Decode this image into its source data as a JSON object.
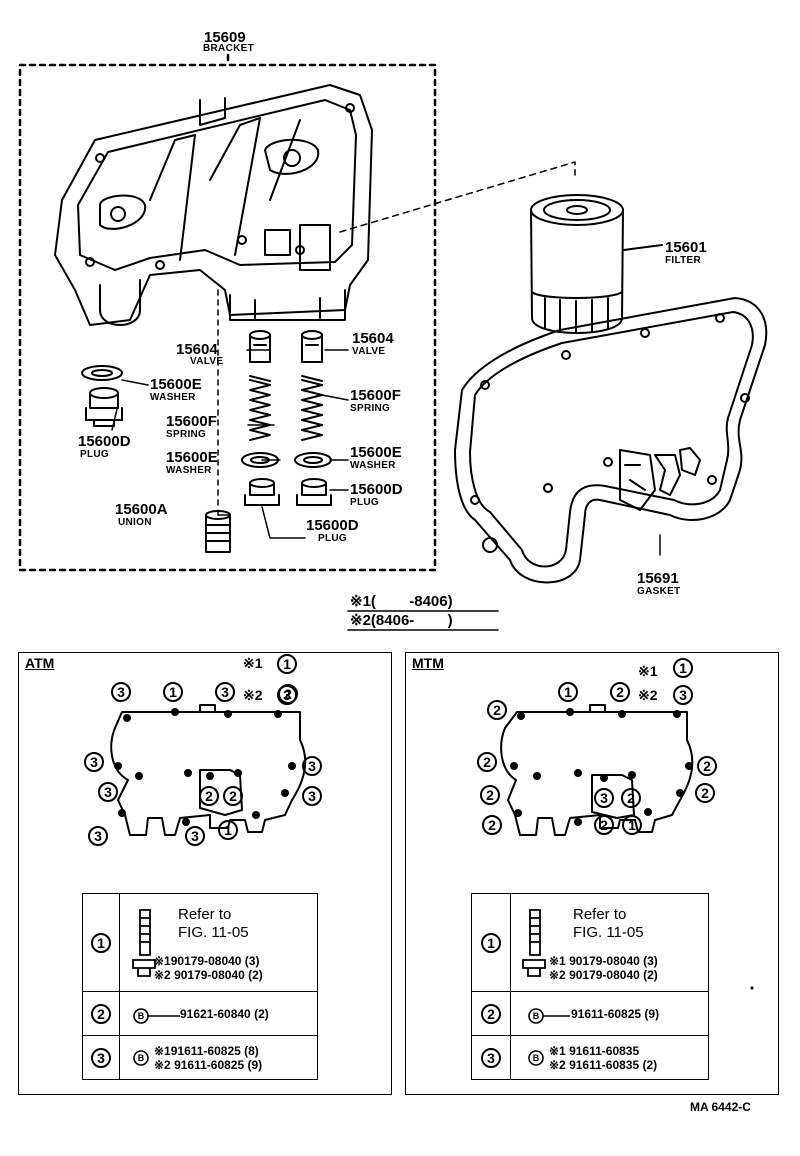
{
  "parts": {
    "bracket": {
      "no": "15609",
      "name": "BRACKET"
    },
    "filter": {
      "no": "15601",
      "name": "FILTER"
    },
    "gasket": {
      "no": "15691",
      "name": "GASKET"
    },
    "valve_left": {
      "no": "15604",
      "name": "VALVE"
    },
    "valve_right": {
      "no": "15604",
      "name": "VALVE"
    },
    "washer_outer": {
      "no": "15600E",
      "name": "WASHER"
    },
    "plug_outer": {
      "no": "15600D",
      "name": "PLUG"
    },
    "spring_left": {
      "no": "15600F",
      "name": "SPRING"
    },
    "spring_right": {
      "no": "15600F",
      "name": "SPRING"
    },
    "washer_left": {
      "no": "15600E",
      "name": "WASHER"
    },
    "washer_right": {
      "no": "15600E",
      "name": "WASHER"
    },
    "plug_right": {
      "no": "15600D",
      "name": "PLUG"
    },
    "union": {
      "no": "15600A",
      "name": "UNION"
    },
    "plug_left": {
      "no": "15600D",
      "name": "PLUG"
    }
  },
  "notes": {
    "line1_mark": "※1",
    "line1_range": "(        -8406)",
    "line2_mark": "※2",
    "line2_range": "(8406-        )"
  },
  "atm": {
    "title": "ATM",
    "mark1": "※1",
    "mark1_num": "1",
    "mark2": "※2",
    "mark2_num": "3",
    "bolts": [
      "3",
      "1",
      "3",
      "2",
      "3",
      "3",
      "3",
      "3",
      "3",
      "2",
      "2",
      "3",
      "1"
    ],
    "legend": {
      "row1_num": "1",
      "ref_line1": "Refer to",
      "ref_line2": "FIG. 11-05",
      "row1_a": "※190179-08040 (3)",
      "row1_b": "※2 90179-08040 (2)",
      "row2_num": "2",
      "row2_text": "91621-60840 (2)",
      "row3_num": "3",
      "row3_a": "※191611-60825 (8)",
      "row3_b": "※2 91611-60825 (9)"
    }
  },
  "mtm": {
    "title": "MTM",
    "mark1": "※1",
    "mark1_num": "1",
    "mark2": "※2",
    "mark2_num": "3",
    "bolts": [
      "2",
      "1",
      "2",
      "2",
      "2",
      "2",
      "2",
      "2",
      "2",
      "3",
      "2",
      "2",
      "1"
    ],
    "legend": {
      "row1_num": "1",
      "ref_line1": "Refer to",
      "ref_line2": "FIG. 11-05",
      "row1_a": "※1 90179-08040 (3)",
      "row1_b": "※2 90179-08040 (2)",
      "row2_num": "2",
      "row2_text": "91611-60825 (9)",
      "row3_num": "3",
      "row3_a": "※1 91611-60835",
      "row3_b": "※2 91611-60835 (2)"
    }
  },
  "footer": {
    "code": "MA  6442-C"
  }
}
